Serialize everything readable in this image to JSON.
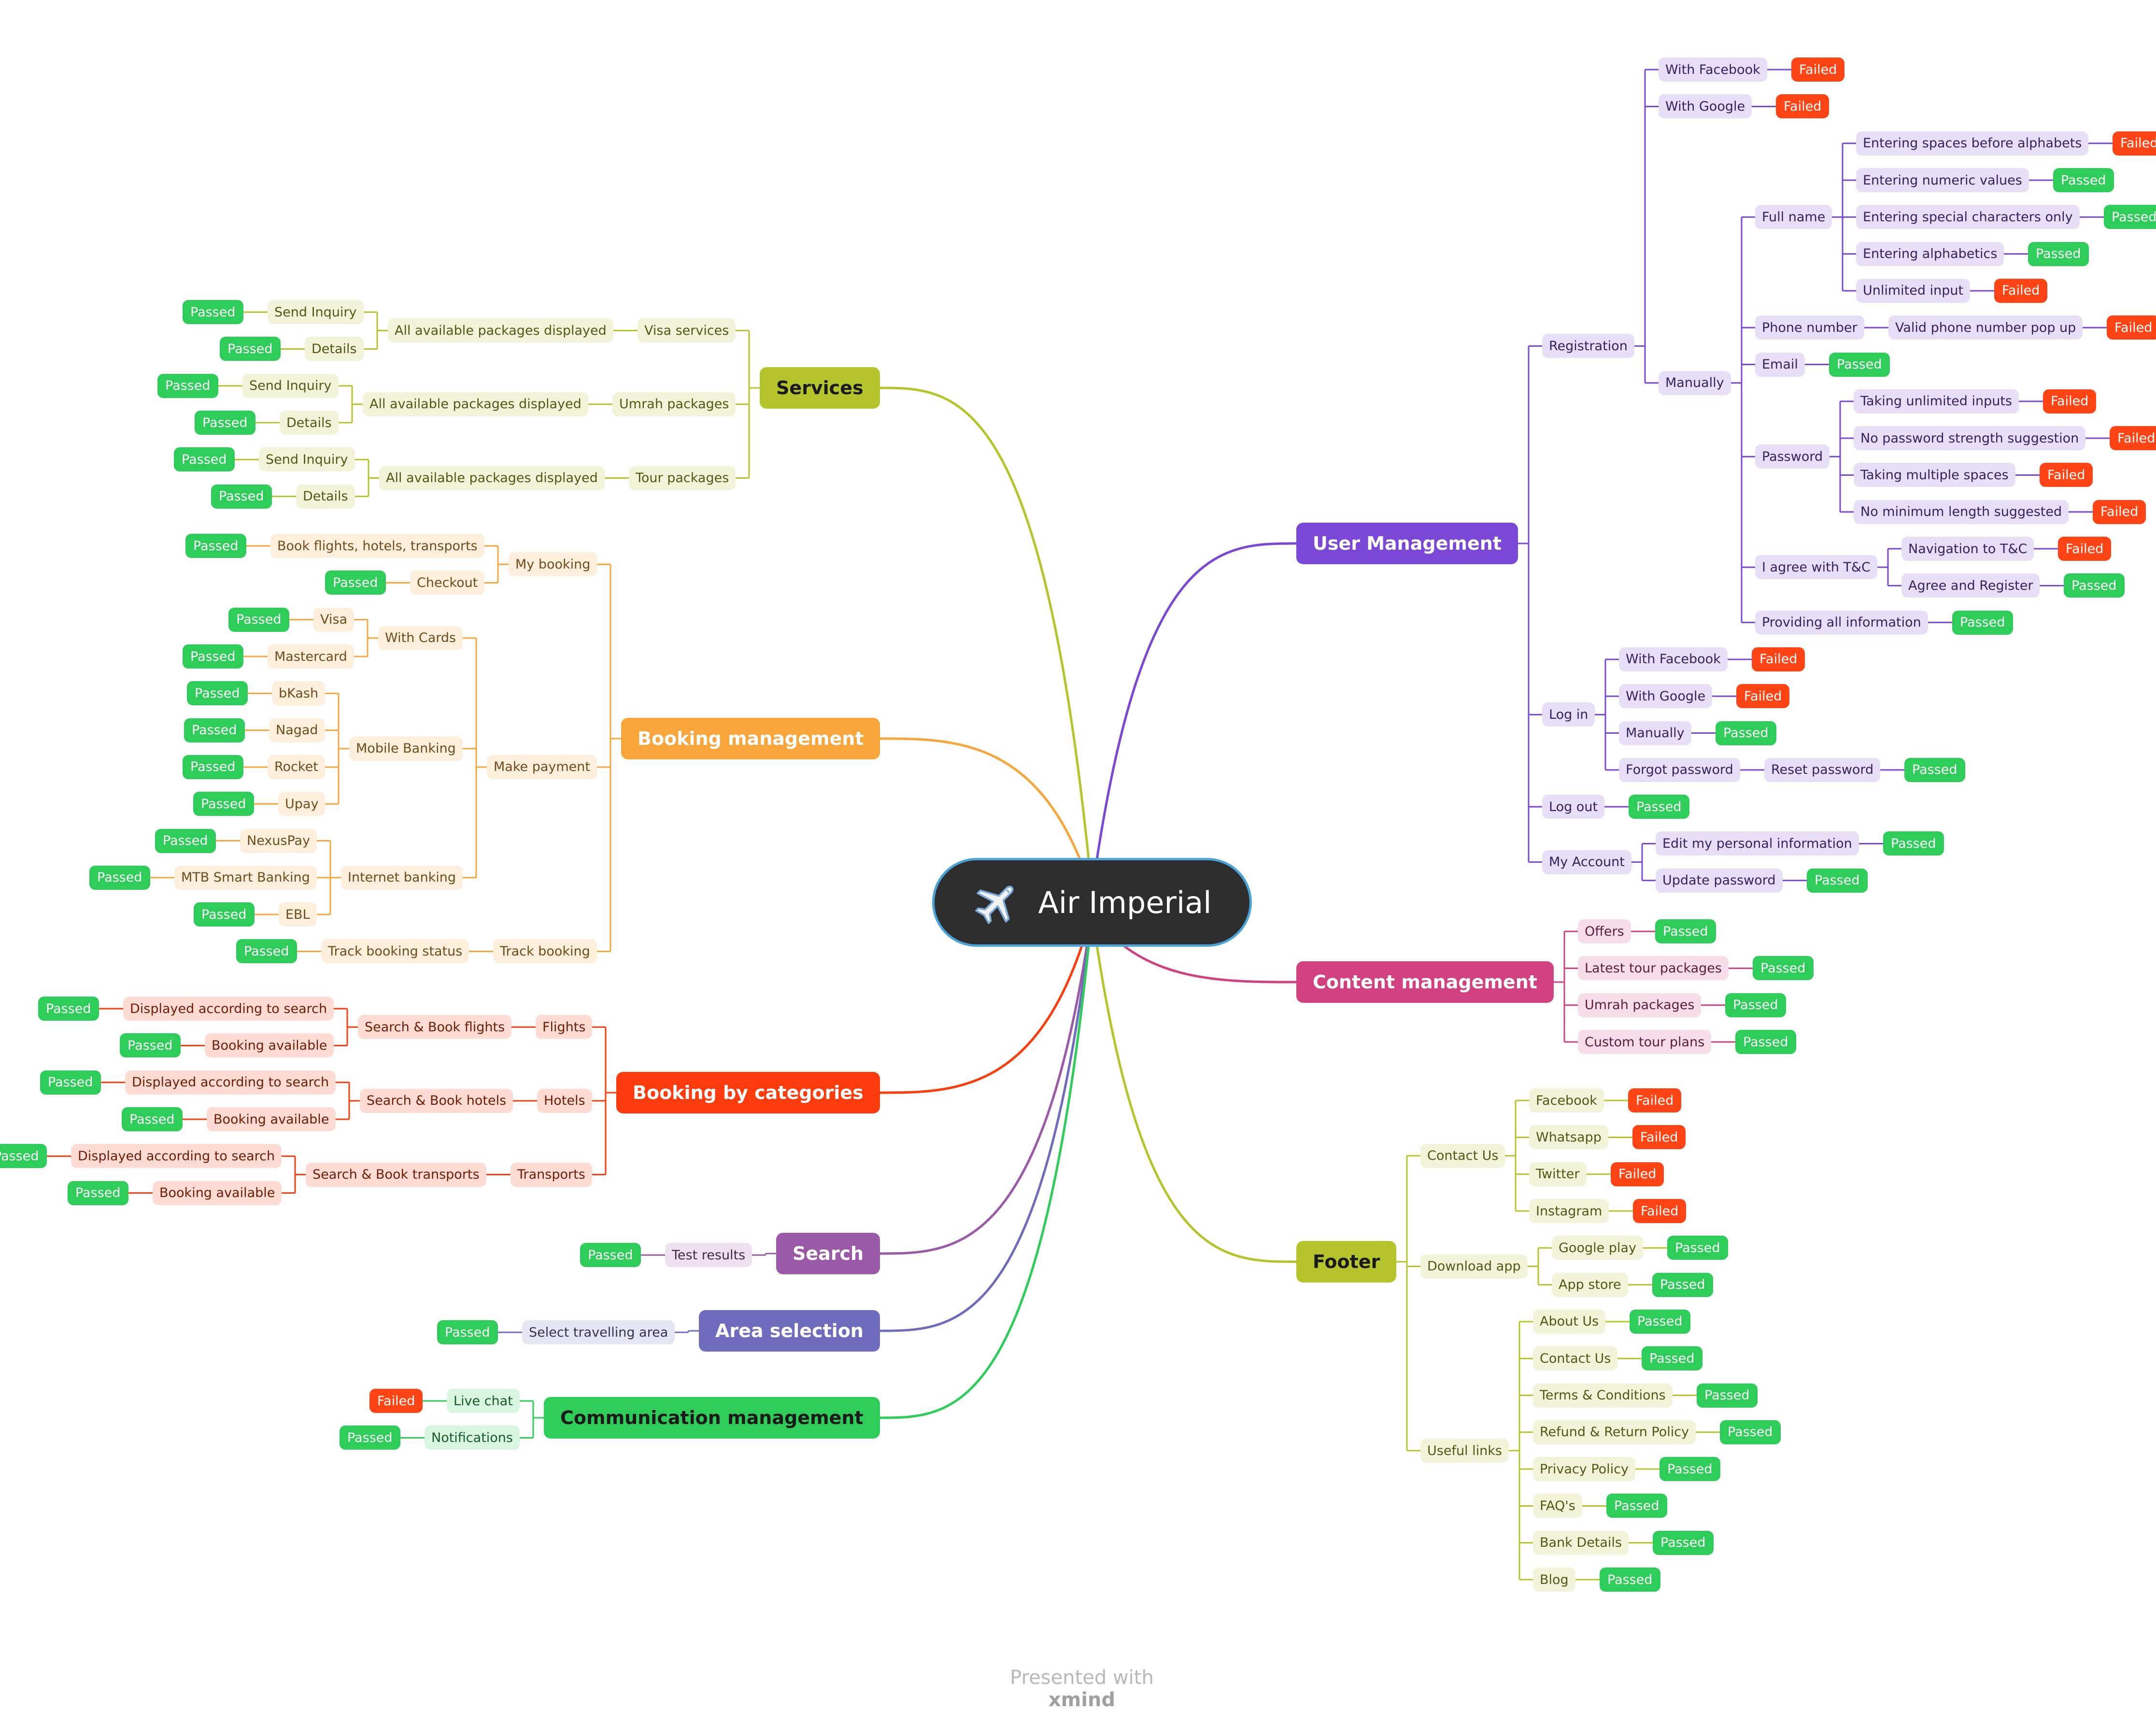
{
  "center": {
    "title": "Air Imperial",
    "icon": "airplane-icon"
  },
  "footer_brand": {
    "prefix": "Presented with",
    "brand": "xmind"
  },
  "status_colors": {
    "Passed": "#2ecc58",
    "Failed": "#ff4515"
  },
  "branches": [
    {
      "label": "Services",
      "side": "left",
      "color": "#b5c42a",
      "children": [
        {
          "label": "Visa services",
          "children": [
            {
              "label": "All available packages displayed",
              "children": [
                {
                  "label": "Send Inquiry",
                  "status": "Passed"
                },
                {
                  "label": "Details",
                  "status": "Passed"
                }
              ]
            }
          ]
        },
        {
          "label": "Umrah packages",
          "children": [
            {
              "label": "All available packages displayed",
              "children": [
                {
                  "label": "Send Inquiry",
                  "status": "Passed"
                },
                {
                  "label": "Details",
                  "status": "Passed"
                }
              ]
            }
          ]
        },
        {
          "label": "Tour packages",
          "children": [
            {
              "label": "All available packages displayed",
              "children": [
                {
                  "label": "Send Inquiry",
                  "status": "Passed"
                },
                {
                  "label": "Details",
                  "status": "Passed"
                }
              ]
            }
          ]
        }
      ]
    },
    {
      "label": "Booking management",
      "side": "left",
      "color": "#f8a63b",
      "children": [
        {
          "label": "My booking",
          "children": [
            {
              "label": "Book flights, hotels, transports",
              "status": "Passed"
            },
            {
              "label": "Checkout",
              "status": "Passed"
            }
          ]
        },
        {
          "label": "Make payment",
          "children": [
            {
              "label": "With Cards",
              "children": [
                {
                  "label": "Visa",
                  "status": "Passed"
                },
                {
                  "label": "Mastercard",
                  "status": "Passed"
                }
              ]
            },
            {
              "label": "Mobile Banking",
              "children": [
                {
                  "label": "bKash",
                  "status": "Passed"
                },
                {
                  "label": "Nagad",
                  "status": "Passed"
                },
                {
                  "label": "Rocket",
                  "status": "Passed"
                },
                {
                  "label": "Upay",
                  "status": "Passed"
                }
              ]
            },
            {
              "label": "Internet banking",
              "children": [
                {
                  "label": "NexusPay",
                  "status": "Passed"
                },
                {
                  "label": "MTB Smart Banking",
                  "status": "Passed"
                },
                {
                  "label": "EBL",
                  "status": "Passed"
                }
              ]
            }
          ]
        },
        {
          "label": "Track booking",
          "children": [
            {
              "label": "Track booking status",
              "status": "Passed"
            }
          ]
        }
      ]
    },
    {
      "label": "Booking by categories",
      "side": "left",
      "color": "#fc3c0c",
      "children": [
        {
          "label": "Flights",
          "children": [
            {
              "label": "Search & Book flights",
              "children": [
                {
                  "label": "Displayed according to search",
                  "status": "Passed"
                },
                {
                  "label": "Booking available",
                  "status": "Passed"
                }
              ]
            }
          ]
        },
        {
          "label": "Hotels",
          "children": [
            {
              "label": "Search & Book hotels",
              "children": [
                {
                  "label": "Displayed according to search",
                  "status": "Passed"
                },
                {
                  "label": "Booking available",
                  "status": "Passed"
                }
              ]
            }
          ]
        },
        {
          "label": "Transports",
          "children": [
            {
              "label": "Search & Book transports",
              "children": [
                {
                  "label": "Displayed according to search",
                  "status": "Passed"
                },
                {
                  "label": "Booking available",
                  "status": "Passed"
                }
              ]
            }
          ]
        }
      ]
    },
    {
      "label": "Search",
      "side": "left",
      "color": "#9b5aa8",
      "children": [
        {
          "label": "Test results",
          "status": "Passed"
        }
      ]
    },
    {
      "label": "Area selection",
      "side": "left",
      "color": "#6f6cbd",
      "children": [
        {
          "label": "Select travelling area",
          "status": "Passed"
        }
      ]
    },
    {
      "label": "Communication management",
      "side": "left",
      "color": "#2ecc58",
      "children": [
        {
          "label": "Live chat",
          "status": "Failed"
        },
        {
          "label": "Notifications",
          "status": "Passed"
        }
      ]
    },
    {
      "label": "User Management",
      "side": "right",
      "color": "#7b47d6",
      "children": [
        {
          "label": "Registration",
          "children": [
            {
              "label": "With Facebook",
              "status": "Failed"
            },
            {
              "label": "With Google",
              "status": "Failed"
            },
            {
              "label": "Manually",
              "children": [
                {
                  "label": "Full name",
                  "children": [
                    {
                      "label": "Entering spaces before alphabets",
                      "status": "Failed"
                    },
                    {
                      "label": "Entering numeric values",
                      "status": "Passed"
                    },
                    {
                      "label": "Entering special characters only",
                      "status": "Passed"
                    },
                    {
                      "label": "Entering alphabetics",
                      "status": "Passed"
                    },
                    {
                      "label": "Unlimited input",
                      "status": "Failed"
                    }
                  ]
                },
                {
                  "label": "Phone number",
                  "children": [
                    {
                      "label": "Valid phone number pop up",
                      "status": "Failed"
                    }
                  ]
                },
                {
                  "label": "Email",
                  "status": "Passed"
                },
                {
                  "label": "Password",
                  "children": [
                    {
                      "label": "Taking unlimited inputs",
                      "status": "Failed"
                    },
                    {
                      "label": "No password strength suggestion",
                      "status": "Failed"
                    },
                    {
                      "label": "Taking multiple spaces",
                      "status": "Failed"
                    },
                    {
                      "label": "No minimum length suggested",
                      "status": "Failed"
                    }
                  ]
                },
                {
                  "label": "I agree with T&C",
                  "children": [
                    {
                      "label": "Navigation to T&C",
                      "status": "Failed"
                    },
                    {
                      "label": "Agree and Register",
                      "status": "Passed"
                    }
                  ]
                },
                {
                  "label": "Providing all information",
                  "status": "Passed"
                }
              ]
            }
          ]
        },
        {
          "label": "Log in",
          "children": [
            {
              "label": "With Facebook",
              "status": "Failed"
            },
            {
              "label": "With Google",
              "status": "Failed"
            },
            {
              "label": "Manually",
              "status": "Passed"
            },
            {
              "label": "Forgot password",
              "children": [
                {
                  "label": "Reset password",
                  "status": "Passed"
                }
              ]
            }
          ]
        },
        {
          "label": "Log out",
          "status": "Passed"
        },
        {
          "label": "My Account",
          "children": [
            {
              "label": "Edit my personal information",
              "status": "Passed"
            },
            {
              "label": "Update password",
              "status": "Passed"
            }
          ]
        }
      ]
    },
    {
      "label": "Content management",
      "side": "right",
      "color": "#d2417f",
      "children": [
        {
          "label": "Offers",
          "status": "Passed"
        },
        {
          "label": "Latest tour packages",
          "status": "Passed"
        },
        {
          "label": "Umrah packages",
          "status": "Passed"
        },
        {
          "label": "Custom tour plans",
          "status": "Passed"
        }
      ]
    },
    {
      "label": "Footer",
      "side": "right",
      "color": "#b5c42a",
      "children": [
        {
          "label": "Contact Us",
          "children": [
            {
              "label": "Facebook",
              "status": "Failed"
            },
            {
              "label": "Whatsapp",
              "status": "Failed"
            },
            {
              "label": "Twitter",
              "status": "Failed"
            },
            {
              "label": "Instagram",
              "status": "Failed"
            }
          ]
        },
        {
          "label": "Download app",
          "children": [
            {
              "label": "Google play",
              "status": "Passed"
            },
            {
              "label": "App store",
              "status": "Passed"
            }
          ]
        },
        {
          "label": "Useful links",
          "children": [
            {
              "label": "About Us",
              "status": "Passed"
            },
            {
              "label": "Contact Us",
              "status": "Passed"
            },
            {
              "label": "Terms & Conditions",
              "status": "Passed"
            },
            {
              "label": "Refund & Return Policy",
              "status": "Passed"
            },
            {
              "label": "Privacy Policy",
              "status": "Passed"
            },
            {
              "label": "FAQ's",
              "status": "Passed"
            },
            {
              "label": "Bank Details",
              "status": "Passed"
            },
            {
              "label": "Blog",
              "status": "Passed"
            }
          ]
        }
      ]
    }
  ]
}
